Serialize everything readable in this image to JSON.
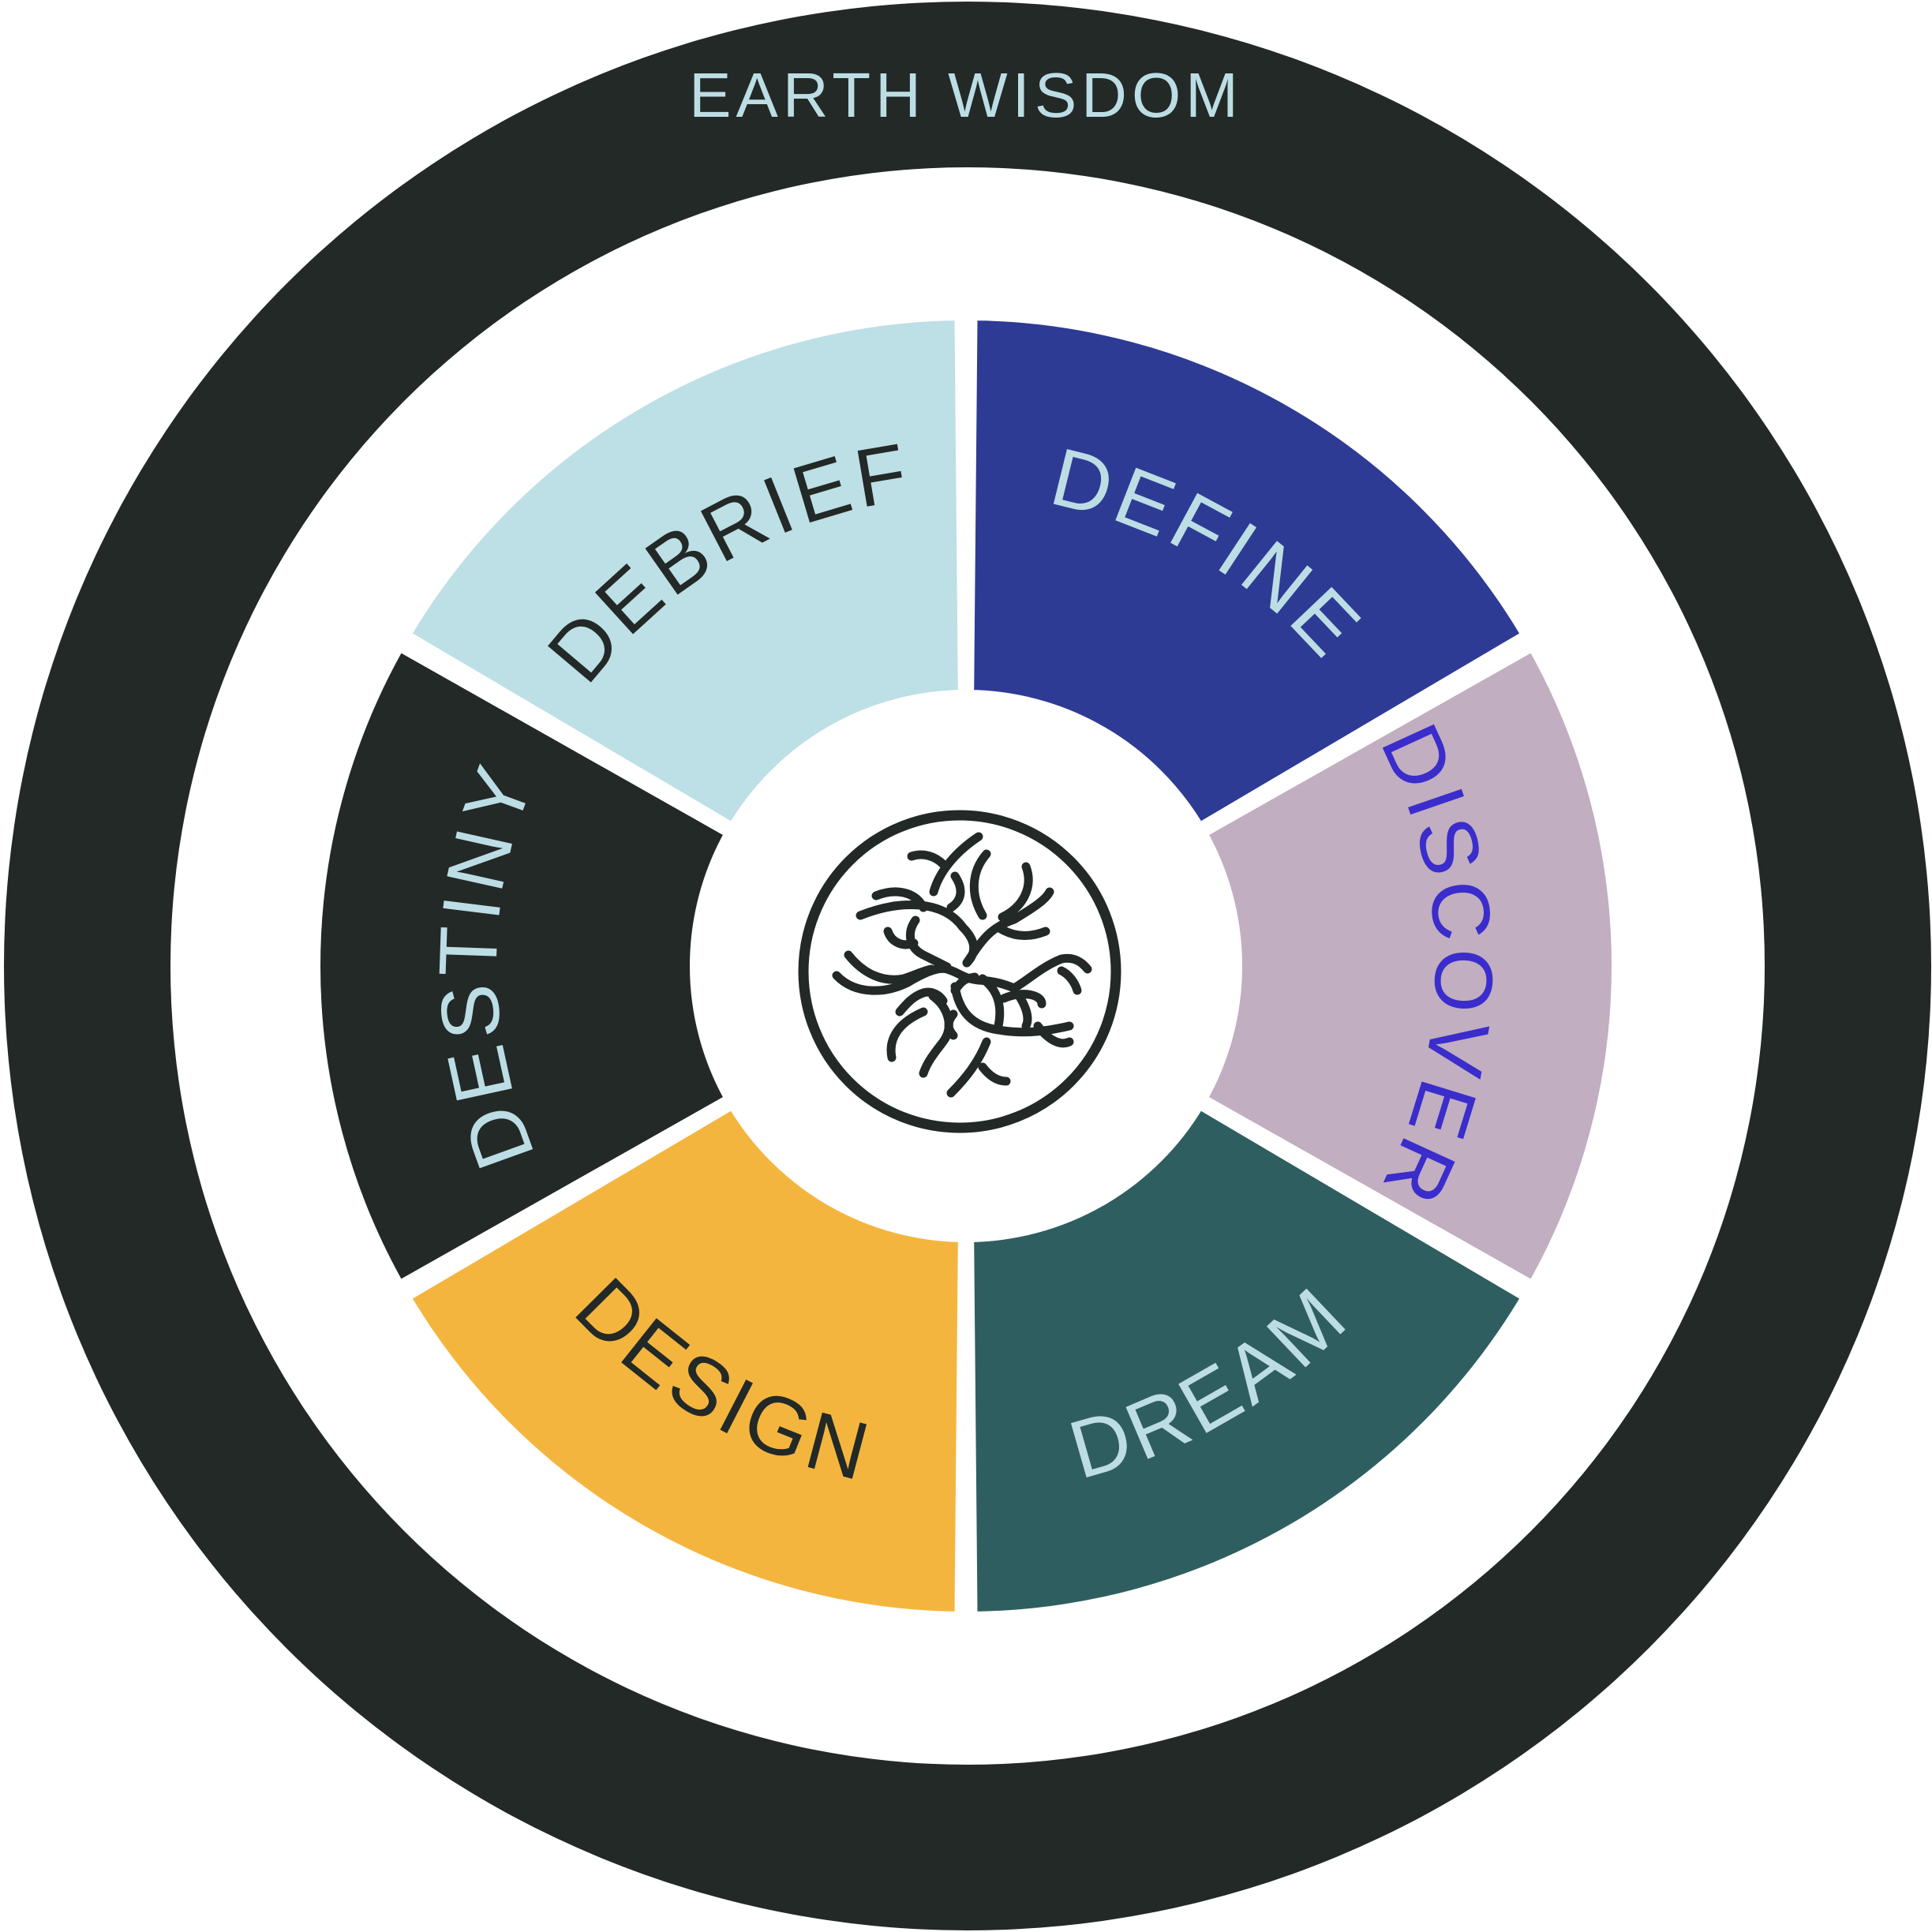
{
  "outer_ring": {
    "label": "EARTH WISDOM",
    "color": "#222926",
    "label_color": "#bddde5"
  },
  "segments": [
    {
      "id": "define",
      "label": "DEFINE",
      "fill": "#2e3b94",
      "text_color": "#bddde5"
    },
    {
      "id": "discover",
      "label": "DISCOVER",
      "fill": "#c1aec0",
      "text_color": "#3b2ccc"
    },
    {
      "id": "dream",
      "label": "DREAM",
      "fill": "#2f5e60",
      "text_color": "#bddde5"
    },
    {
      "id": "design",
      "label": "DESIGN",
      "fill": "#f4b53f",
      "text_color": "#222926"
    },
    {
      "id": "destiny",
      "label": "DESTINY",
      "fill": "#222926",
      "text_color": "#bddde5"
    },
    {
      "id": "debrief",
      "label": "DEBRIEF",
      "fill": "#bddfe6",
      "text_color": "#222926"
    }
  ],
  "center_emblem": {
    "icon": "roots-emblem-icon",
    "stroke": "#222926"
  }
}
